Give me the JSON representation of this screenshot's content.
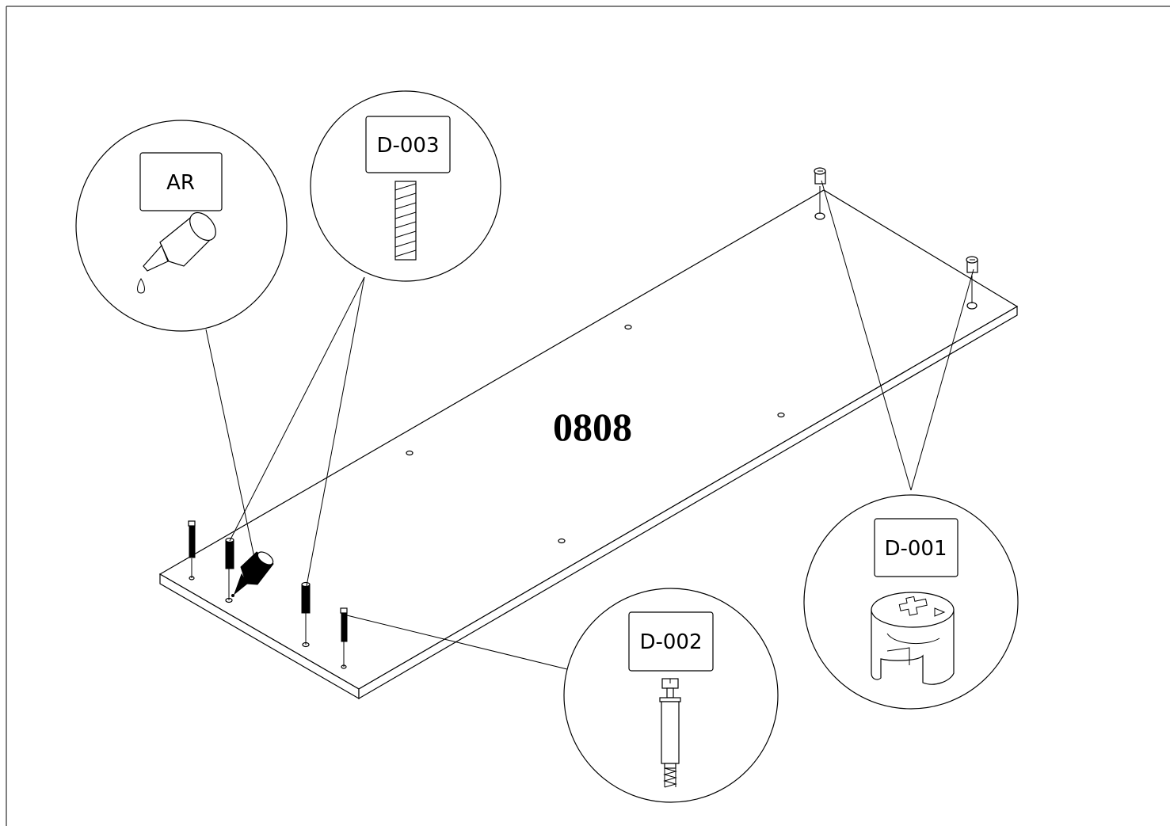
{
  "panel": {
    "code": "0808"
  },
  "callouts": {
    "glue": {
      "label": "AR",
      "icon": "glue-bottle-icon"
    },
    "wood_dowel": {
      "label": "D-003",
      "icon": "wood-dowel-icon"
    },
    "cam_bolt": {
      "label": "D-002",
      "icon": "cam-bolt-icon"
    },
    "cam_lock": {
      "label": "D-001",
      "icon": "cam-lock-icon"
    }
  }
}
